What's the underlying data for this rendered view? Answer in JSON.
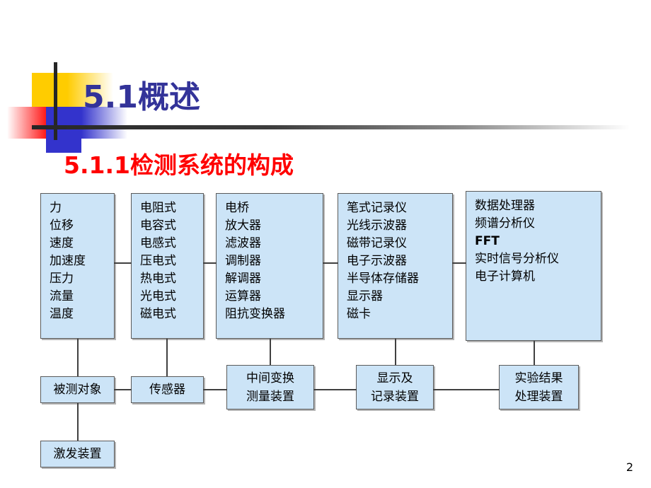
{
  "slide": {
    "title": "5.1概述",
    "subtitle": "5.1.1检测系统的构成",
    "page_number": "2",
    "colors": {
      "title": "#333399",
      "subtitle": "#ff0000",
      "box_fill": "#cce4f7",
      "box_border": "#5a5a5a",
      "deco_yellow": "#ffcc00",
      "deco_blue": "#3333cc",
      "deco_red": "#ff1a1a",
      "bar": "#262626"
    }
  },
  "diagram": {
    "top_row": [
      {
        "id": "measured-quantities",
        "lines": [
          "力",
          "位移",
          "速度",
          "加速度",
          "压力",
          "流量",
          "温度"
        ],
        "text": "力\n位移\n速度\n加速度\n压力\n流量\n温度"
      },
      {
        "id": "sensor-types",
        "lines": [
          "电阻式",
          "电容式",
          "电感式",
          "压电式",
          "热电式",
          "光电式",
          "磁电式"
        ],
        "text": "电阻式\n电容式\n电感式\n压电式\n热电式\n光电式\n磁电式"
      },
      {
        "id": "intermediate-devices",
        "lines": [
          "电桥",
          "放大器",
          "滤波器",
          "调制器",
          "解调器",
          "运算器",
          "阻抗变换器"
        ],
        "text": "电桥\n放大器\n滤波器\n调制器\n解调器\n运算器\n阻抗变换器"
      },
      {
        "id": "recording-devices",
        "lines": [
          "笔式记录仪",
          "光线示波器",
          "磁带记录仪",
          "电子示波器",
          "半导体存储器",
          "显示器",
          "磁卡"
        ],
        "text": "笔式记录仪\n光线示波器\n磁带记录仪\n电子示波器\n半导体存储器\n显示器\n磁卡"
      },
      {
        "id": "processing-devices",
        "lines": [
          "数据处理器",
          "频谱分析仪",
          "FFT",
          "实时信号分析仪",
          "电子计算机"
        ],
        "bold_lines": [
          "FFT"
        ],
        "text": "数据处理器\n频谱分析仪\nFFT\n实时信号分析仪\n电子计算机"
      }
    ],
    "bottom_row": [
      {
        "id": "measured-object",
        "text": "被测对象"
      },
      {
        "id": "sensor",
        "text": "传感器"
      },
      {
        "id": "intermediate-conversion",
        "text": "中间变换\n测量装置",
        "line1": "中间变换",
        "line2": "测量装置"
      },
      {
        "id": "display-record",
        "text": "显示及\n记录装置",
        "line1": "显示及",
        "line2": "记录装置"
      },
      {
        "id": "result-processing",
        "text": "实验结果\n处理装置",
        "line1": "实验结果",
        "line2": "处理装置"
      }
    ],
    "excitation": {
      "id": "excitation-device",
      "text": "激发装置"
    }
  }
}
